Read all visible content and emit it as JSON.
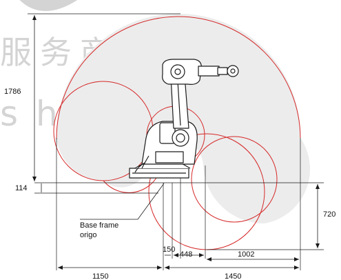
{
  "watermark": {
    "line1": "服务商",
    "line2": "shi.com"
  },
  "dimensions": {
    "reach_height": "1786",
    "base_offset": "114",
    "below_base": "720",
    "left_reach": "1150",
    "right_reach": "1450",
    "offset_150": "150",
    "offset_448": "448",
    "offset_1002": "1002"
  },
  "labels": {
    "base_frame_line1": "Base frame",
    "base_frame_line2": "origo"
  },
  "colors": {
    "envelope_stroke": "#d62828",
    "envelope_fill": "#ececec",
    "dimension_line": "#1a1a1a",
    "watermark": "#d4d4d4"
  }
}
